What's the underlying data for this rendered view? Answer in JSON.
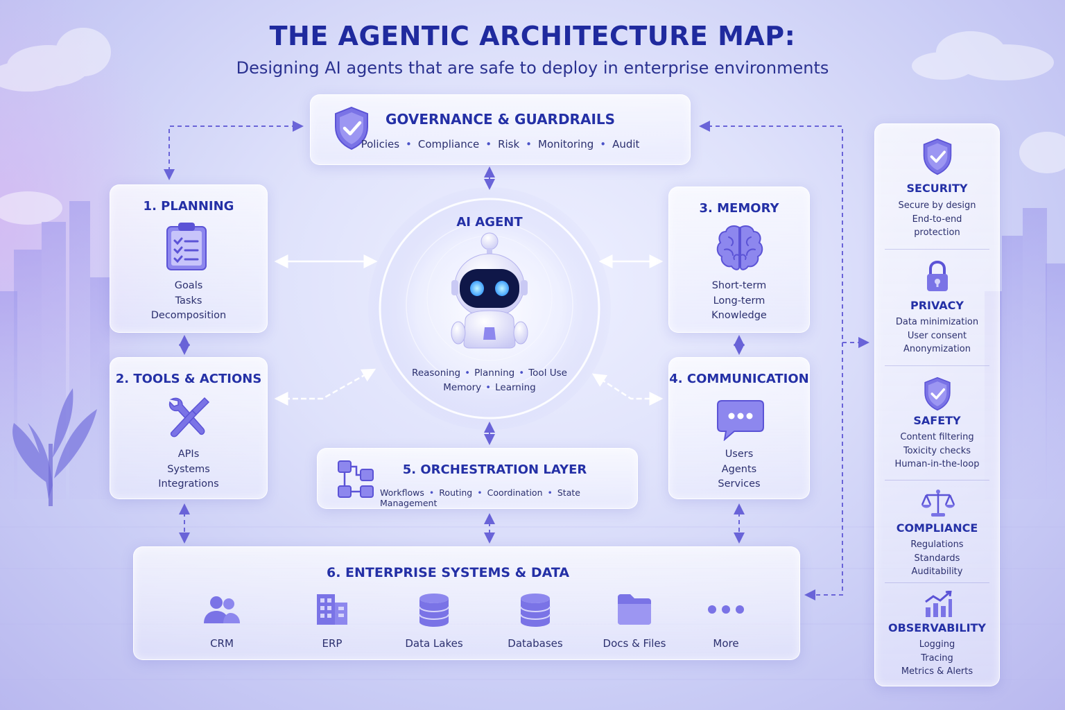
{
  "header": {
    "title": "THE AGENTIC ARCHITECTURE MAP:",
    "subtitle": "Designing AI agents that are safe to deploy in enterprise environments"
  },
  "governance": {
    "title": "GOVERNANCE & GUARDRAILS",
    "items": [
      "Policies",
      "Compliance",
      "Risk",
      "Monitoring",
      "Audit"
    ]
  },
  "planning": {
    "title": "1. PLANNING",
    "lines": [
      "Goals",
      "Tasks",
      "Decomposition"
    ]
  },
  "tools": {
    "title": "2. TOOLS & ACTIONS",
    "lines": [
      "APIs",
      "Systems",
      "Integrations"
    ]
  },
  "memory": {
    "title": "3. MEMORY",
    "lines": [
      "Short-term",
      "Long-term",
      "Knowledge"
    ]
  },
  "communication": {
    "title": "4. COMMUNICATION",
    "lines": [
      "Users",
      "Agents",
      "Services"
    ]
  },
  "agent": {
    "title": "AI AGENT",
    "row1": [
      "Reasoning",
      "Planning",
      "Tool Use"
    ],
    "row2": [
      "Memory",
      "Learning"
    ]
  },
  "orchestration": {
    "title": "5. ORCHESTRATION LAYER",
    "items": [
      "Workflows",
      "Routing",
      "Coordination",
      "State Management"
    ]
  },
  "enterprise": {
    "title": "6. ENTERPRISE SYSTEMS & DATA",
    "items": [
      {
        "label": "CRM",
        "icon": "users-icon"
      },
      {
        "label": "ERP",
        "icon": "building-icon"
      },
      {
        "label": "Data Lakes",
        "icon": "database-icon"
      },
      {
        "label": "Databases",
        "icon": "database-icon"
      },
      {
        "label": "Docs & Files",
        "icon": "folder-icon"
      },
      {
        "label": "More",
        "icon": "more-icon"
      }
    ]
  },
  "sidebar": [
    {
      "title": "SECURITY",
      "icon": "shield-check-icon",
      "lines": [
        "Secure by design",
        "End-to-end",
        "protection"
      ]
    },
    {
      "title": "PRIVACY",
      "icon": "lock-icon",
      "lines": [
        "Data minimization",
        "User consent",
        "Anonymization"
      ]
    },
    {
      "title": "SAFETY",
      "icon": "shield-check-icon",
      "lines": [
        "Content filtering",
        "Toxicity checks",
        "Human-in-the-loop"
      ]
    },
    {
      "title": "COMPLIANCE",
      "icon": "scale-icon",
      "lines": [
        "Regulations",
        "Standards",
        "Auditability"
      ]
    },
    {
      "title": "OBSERVABILITY",
      "icon": "chart-icon",
      "lines": [
        "Logging",
        "Tracing",
        "Metrics & Alerts"
      ]
    }
  ],
  "colors": {
    "accent": "#5b5ce6",
    "title": "#1f2a9e",
    "text": "#2b2f6e",
    "arrow": "#6a64d8"
  }
}
